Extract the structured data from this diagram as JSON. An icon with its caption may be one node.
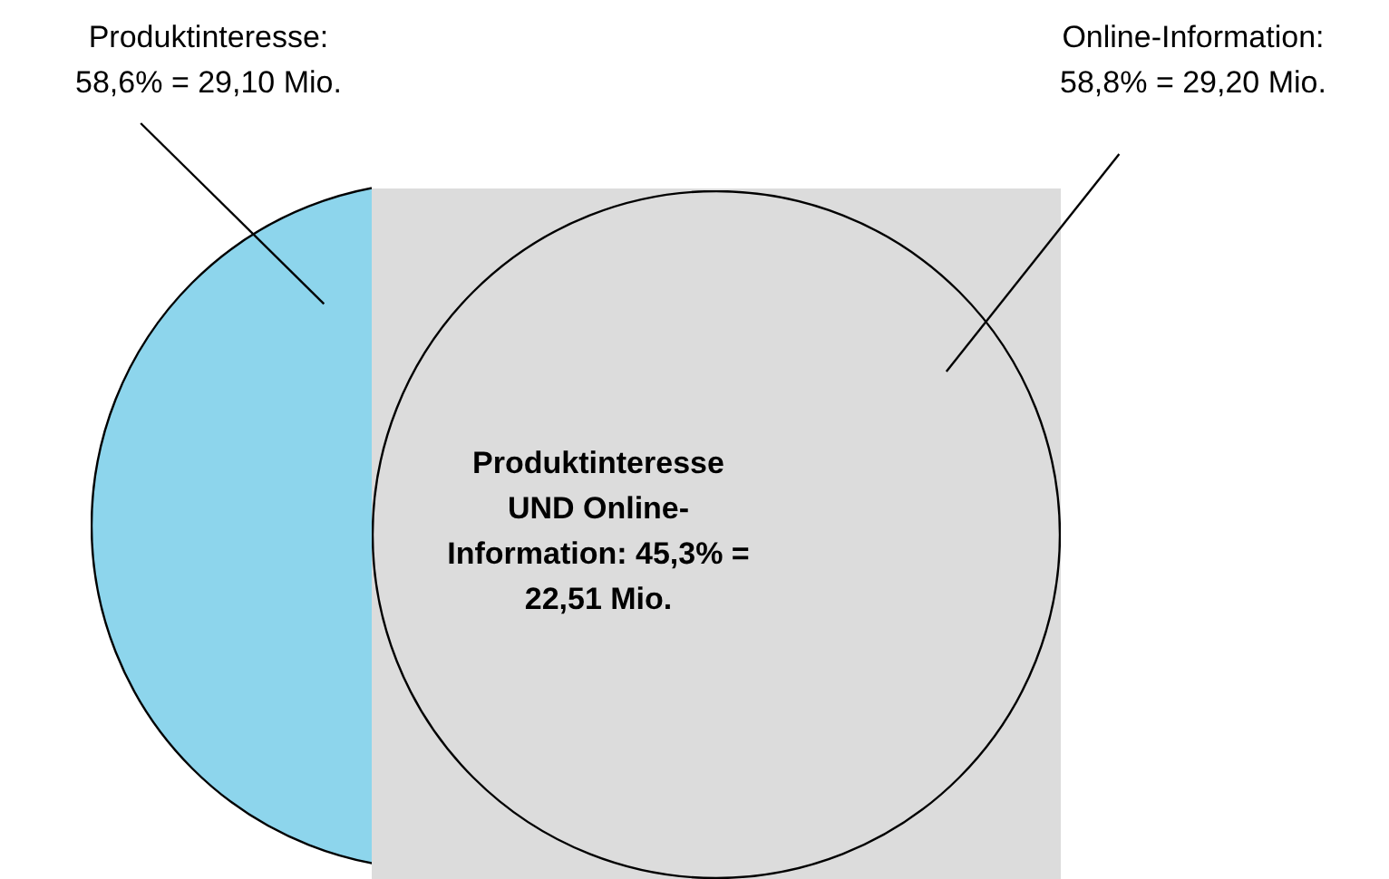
{
  "diagram": {
    "nodes": [
      {
        "text": [
          "Produktinteresse: 58,6% = 29,10 Mio."
        ]
      },
      {
        "text": [
          "Online-Information: 58,8% = 29,20 Mio."
        ]
      },
      {
        "text": [],
        "shape": "circle"
      },
      {
        "text": [
          "Produktinteresse UND Online-Information: 45,3% = 22,51 Mio."
        ]
      }
    ],
    "edges": [
      {
        "from": 0,
        "to": 2,
        "arrow": "none"
      },
      {
        "from": 1,
        "to": 3,
        "arrow": "none"
      }
    ]
  }
}
